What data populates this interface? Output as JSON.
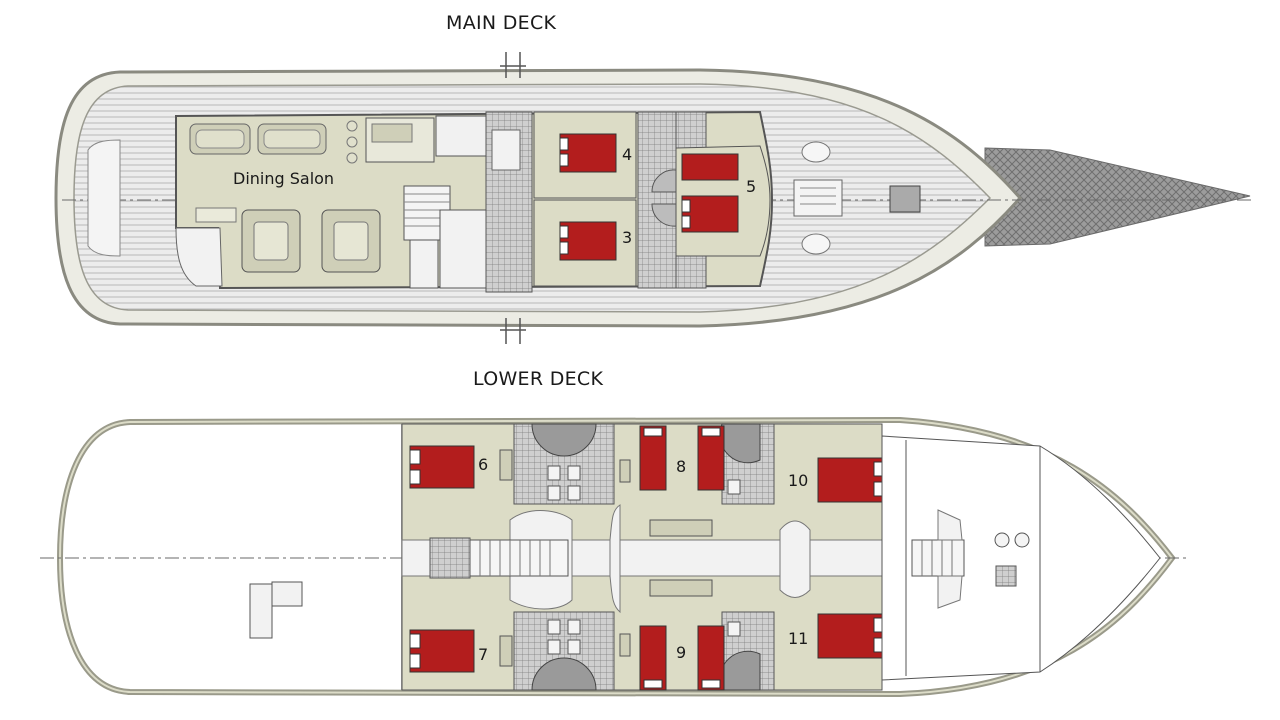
{
  "main_deck": {
    "title": "MAIN DECK",
    "dining_label": "Dining Salon",
    "cabins": [
      "4",
      "3",
      "5"
    ]
  },
  "lower_deck": {
    "title": "LOWER DECK",
    "cabins": [
      "6",
      "7",
      "8",
      "9",
      "10",
      "11"
    ]
  },
  "colors": {
    "hull_fill": "#e9e9df",
    "hull_stroke": "#8e8e82",
    "room_fill": "#d9dbc2",
    "bed": "#b31d1d",
    "deck_plank": "#cfcfc8"
  }
}
